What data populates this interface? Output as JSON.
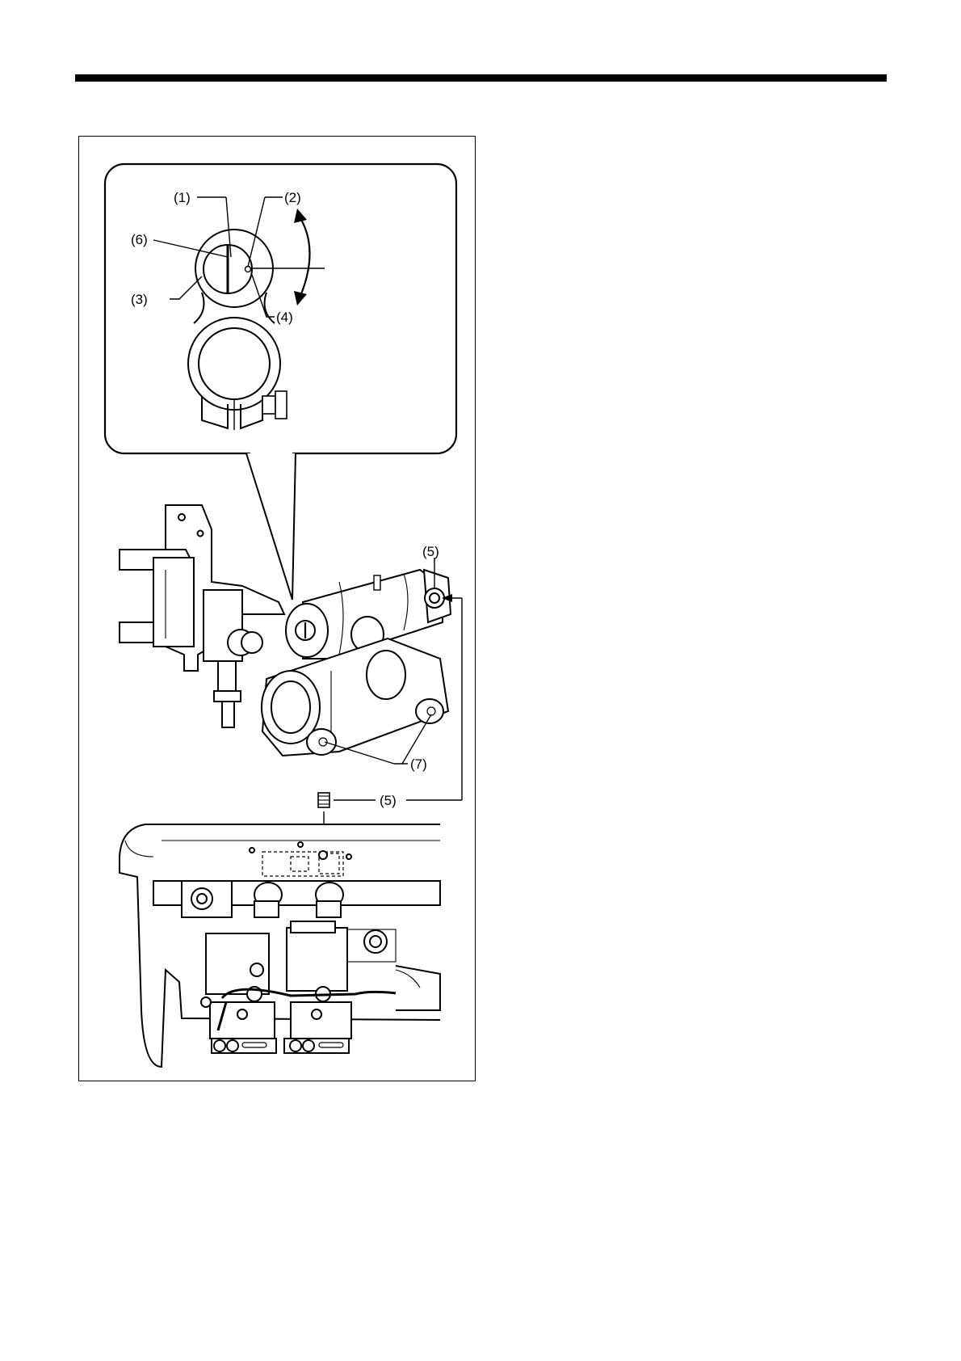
{
  "figure": {
    "callout_labels": {
      "c1": "(1)",
      "c2": "(2)",
      "c3": "(3)",
      "c4": "(4)",
      "c5_top": "(5)",
      "c5_bottom": "(5)",
      "c6": "(6)",
      "c7": "(7)"
    }
  }
}
